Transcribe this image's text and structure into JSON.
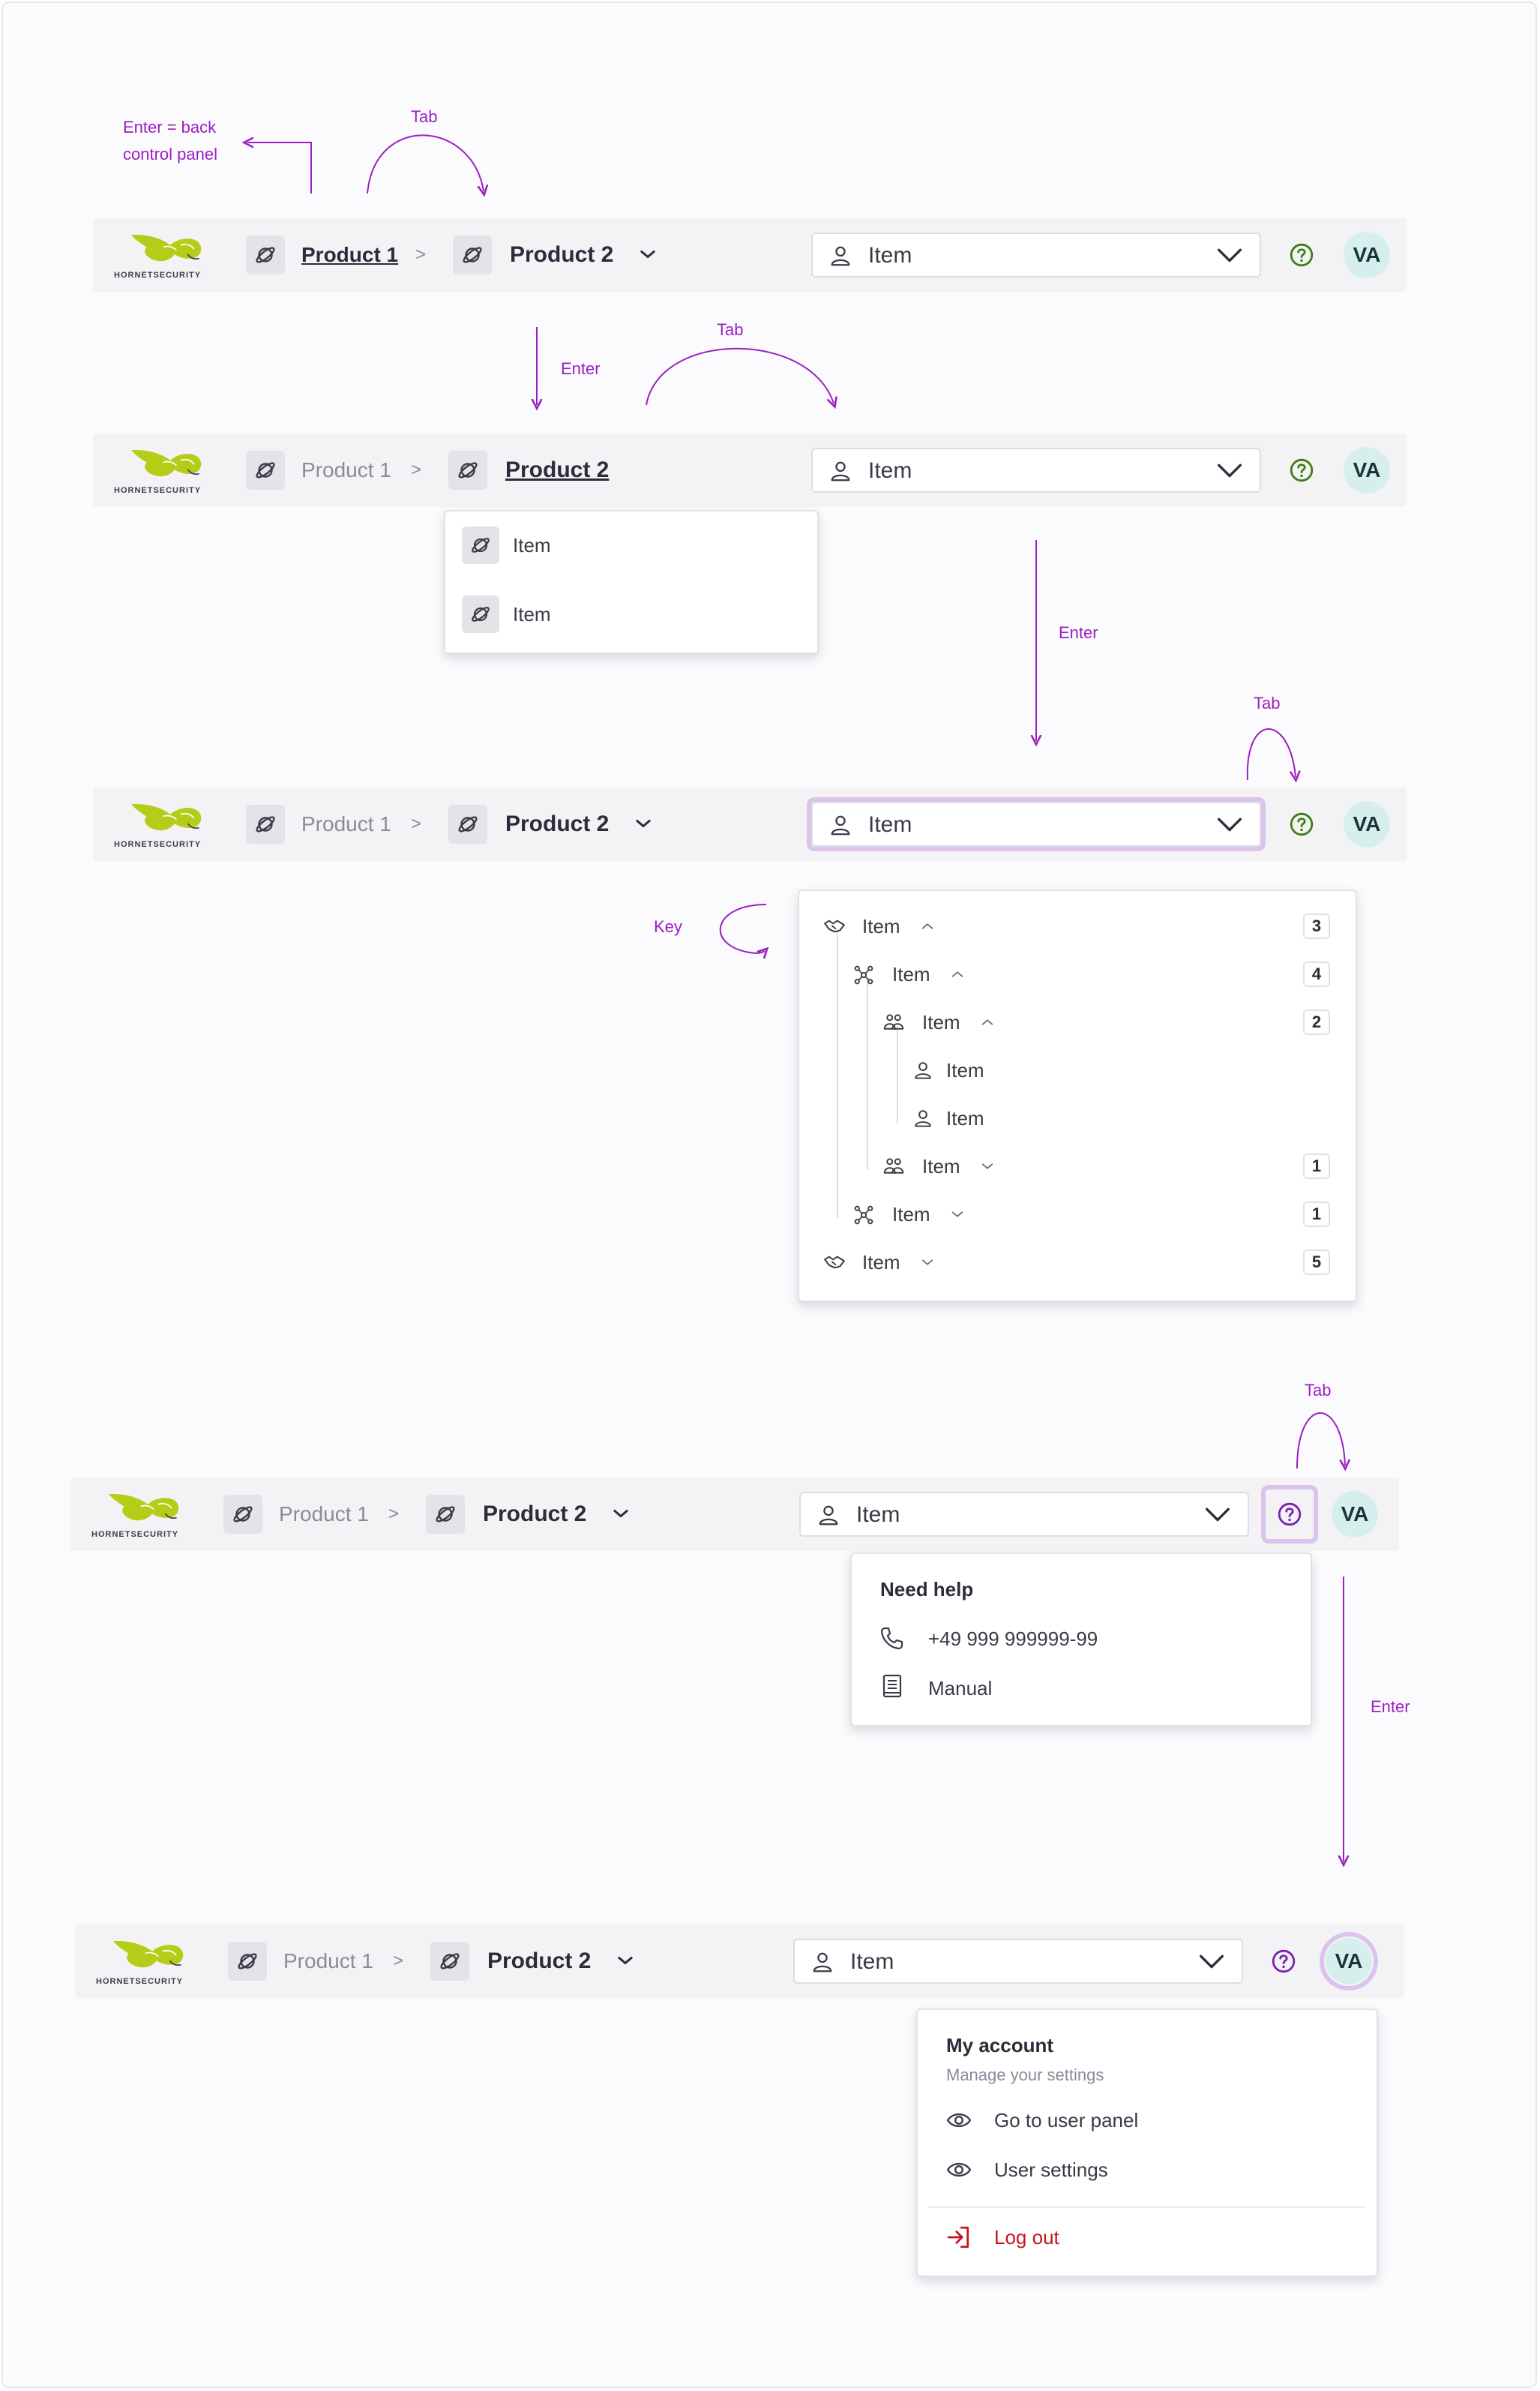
{
  "brand": {
    "name": "HORNETSECURITY",
    "accent": "#b5cc18"
  },
  "crumbs": {
    "product1": "Product 1",
    "product2": "Product 2",
    "separator": ">"
  },
  "select": {
    "label": "Item"
  },
  "avatar": {
    "initials": "VA"
  },
  "annotations": {
    "enter_back_line1": "Enter = back",
    "enter_back_line2": "control panel",
    "tab": "Tab",
    "enter": "Enter",
    "key": "Key"
  },
  "product_menu": {
    "items": [
      "Item",
      "Item"
    ]
  },
  "tree": {
    "rows": [
      {
        "label": "Item",
        "count": "3"
      },
      {
        "label": "Item",
        "count": "4"
      },
      {
        "label": "Item",
        "count": "2"
      },
      {
        "label": "Item",
        "count": ""
      },
      {
        "label": "Item",
        "count": ""
      },
      {
        "label": "Item",
        "count": "1"
      },
      {
        "label": "Item",
        "count": "1"
      },
      {
        "label": "Item",
        "count": "5"
      }
    ]
  },
  "help_menu": {
    "title": "Need help",
    "phone": "+49 999 999999-99",
    "manual": "Manual"
  },
  "account_menu": {
    "title": "My account",
    "subtitle": "Manage your settings",
    "user_panel": "Go to user panel",
    "user_settings": "User settings",
    "logout": "Log out"
  },
  "colors": {
    "annotation": "#9a1fc0",
    "logout": "#c4161c",
    "focus": "#dcc3ec",
    "avatar_bg": "#d6efed",
    "help_green": "#3f7d10",
    "help_purple": "#7a1fb0"
  }
}
